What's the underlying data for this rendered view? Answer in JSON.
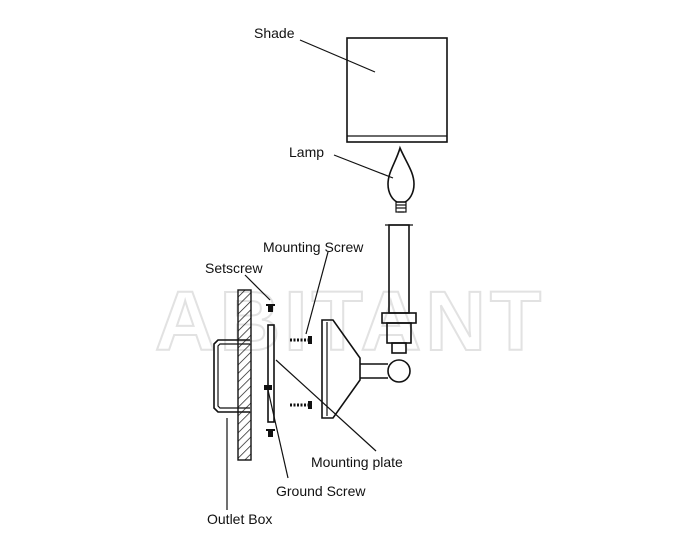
{
  "labels": {
    "shade": "Shade",
    "lamp": "Lamp",
    "mounting_screw": "Mounting Screw",
    "setscrew": "Setscrew",
    "mounting_plate": "Mounting plate",
    "ground_screw": "Ground Screw",
    "outlet_box": "Outlet Box"
  },
  "watermark": "ABITANT"
}
